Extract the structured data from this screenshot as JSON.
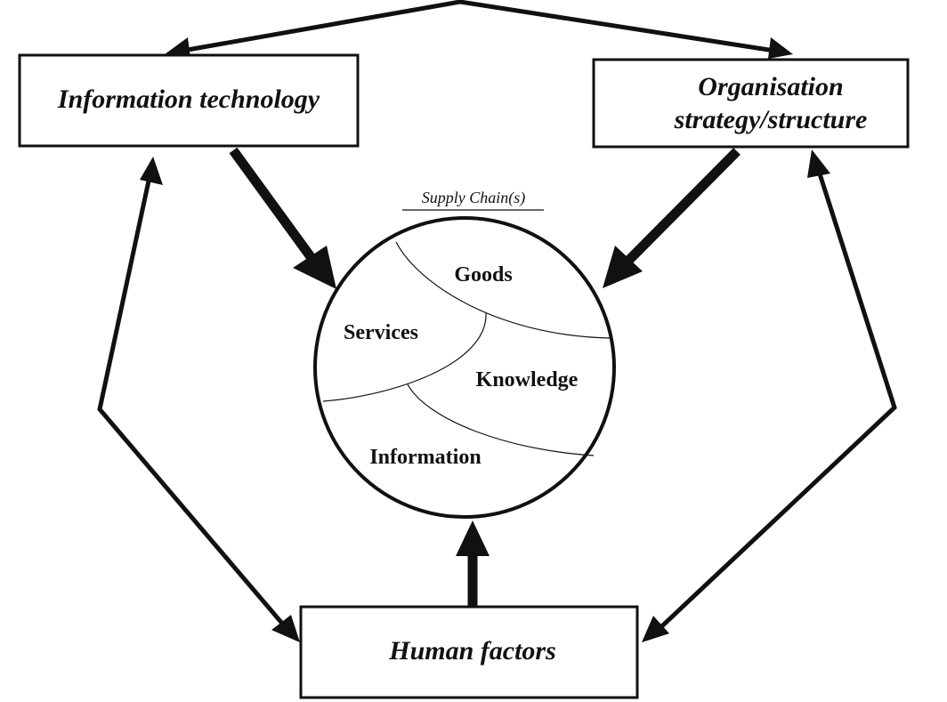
{
  "nodes": {
    "information_technology": "Information technology",
    "organisation": [
      "Organisation",
      "strategy/structure"
    ],
    "human_factors": "Human factors"
  },
  "center": {
    "caption": "Supply Chain(s)",
    "segments": [
      "Goods",
      "Services",
      "Knowledge",
      "Information"
    ]
  },
  "edges": [
    {
      "from": "Information technology",
      "to": "Supply Chain(s)",
      "style": "bold"
    },
    {
      "from": "Organisation strategy/structure",
      "to": "Supply Chain(s)",
      "style": "bold"
    },
    {
      "from": "Human factors",
      "to": "Supply Chain(s)",
      "style": "bold"
    },
    {
      "between": [
        "Information technology",
        "Organisation strategy/structure"
      ],
      "style": "bidirectional"
    },
    {
      "between": [
        "Information technology",
        "Human factors"
      ],
      "style": "bidirectional"
    },
    {
      "between": [
        "Organisation strategy/structure",
        "Human factors"
      ],
      "style": "bidirectional"
    }
  ],
  "colors": {
    "ink": "#111111",
    "background": "#ffffff"
  }
}
